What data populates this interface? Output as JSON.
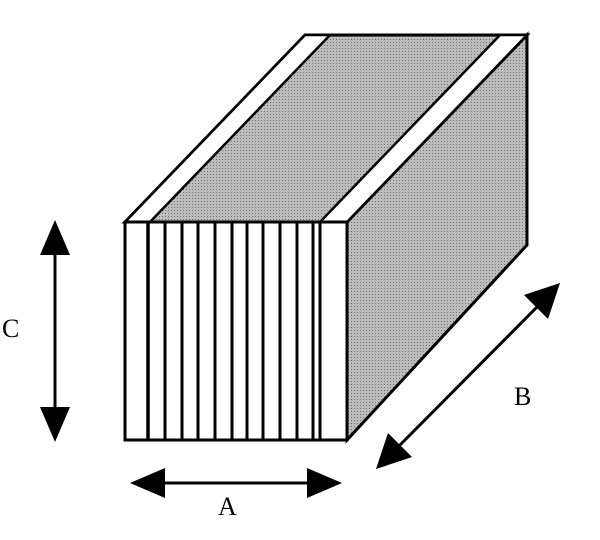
{
  "diagram": {
    "labels": {
      "a": "A",
      "b": "B",
      "c": "C"
    },
    "colors": {
      "face_gray": "#a9a9a9",
      "stroke": "#000000",
      "white": "#ffffff"
    },
    "front_plates": 12
  }
}
